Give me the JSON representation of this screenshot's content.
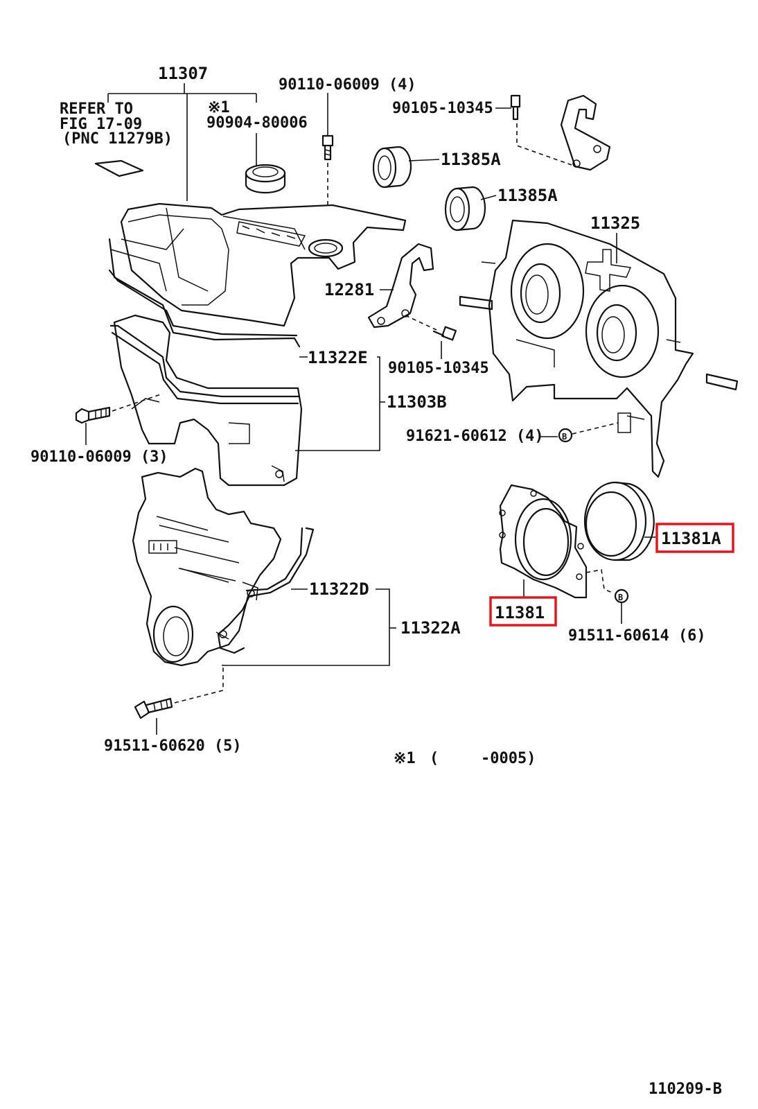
{
  "diagram_id": "110209-B",
  "highlight_color": "#e8141c",
  "note": {
    "refer_line1": "REFER TO",
    "refer_line2": "FIG 17-09",
    "refer_line3": "(PNC 11279B)",
    "footnote_marker": "※1",
    "footnote_marker_label": "※1",
    "footnote_open": "(",
    "footnote_range": "-0005)"
  },
  "parts": {
    "p11307": "11307",
    "p90110_06009_4": "90110-06009 (4)",
    "p90105_10345_top": "90105-10345",
    "p90904_80006": "90904-80006",
    "p11385A_1": "11385A",
    "p11385A_2": "11385A",
    "p11325": "11325",
    "p12281": "12281",
    "p11322E": "11322E",
    "p90105_10345_mid": "90105-10345",
    "p11303B": "11303B",
    "p90110_06009_3": "90110-06009 (3)",
    "p91621_60612": "91621-60612 (4)",
    "p11381A": "11381A",
    "p11381": "11381",
    "p11322D": "11322D",
    "p11322A": "11322A",
    "p91511_60614": "91511-60614 (6)",
    "p91511_60620": "91511-60620 (5)"
  },
  "highlighted": [
    "11381A",
    "11381"
  ]
}
